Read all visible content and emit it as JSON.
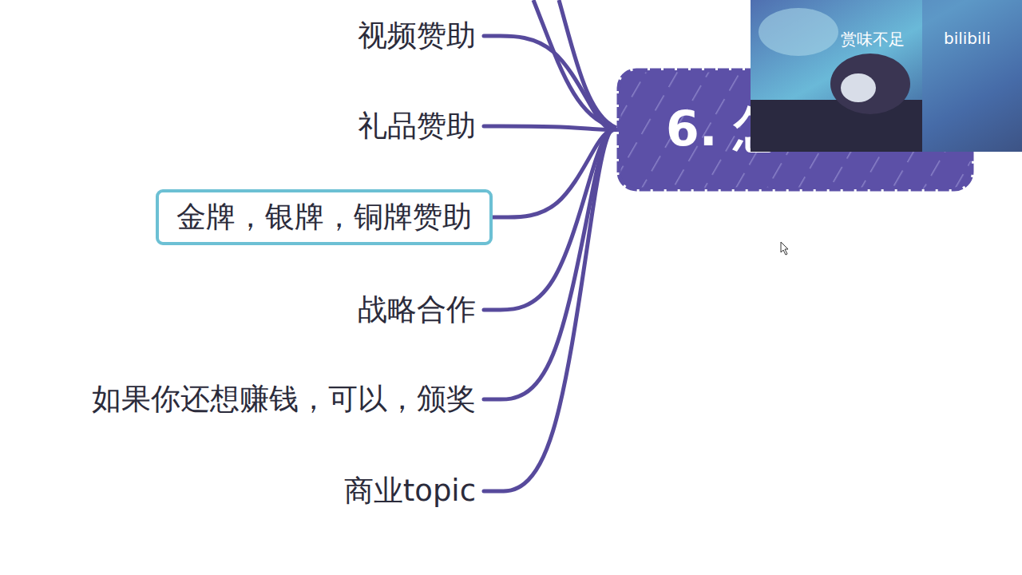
{
  "diagram": {
    "nodes": [
      {
        "text": [
          "6. 怎"
        ]
      },
      {
        "text": [
          "视频赞助"
        ]
      },
      {
        "text": [
          "礼品赞助"
        ]
      },
      {
        "text": [
          "金牌，银牌，铜牌赞助"
        ]
      },
      {
        "text": [
          "战略合作"
        ]
      },
      {
        "text": [
          "如果你还想赚钱，可以，颁奖"
        ]
      },
      {
        "text": [
          "商业topic"
        ]
      }
    ],
    "edges": [
      {
        "from": 0,
        "to": 1,
        "arrow": "none"
      },
      {
        "from": 0,
        "to": 2,
        "arrow": "none"
      },
      {
        "from": 0,
        "to": 3,
        "arrow": "none"
      },
      {
        "from": 0,
        "to": 4,
        "arrow": "none"
      },
      {
        "from": 0,
        "to": 5,
        "arrow": "none"
      },
      {
        "from": 0,
        "to": 6,
        "arrow": "none"
      }
    ],
    "labels": [
      "赏味不足",
      "bilibili"
    ]
  }
}
